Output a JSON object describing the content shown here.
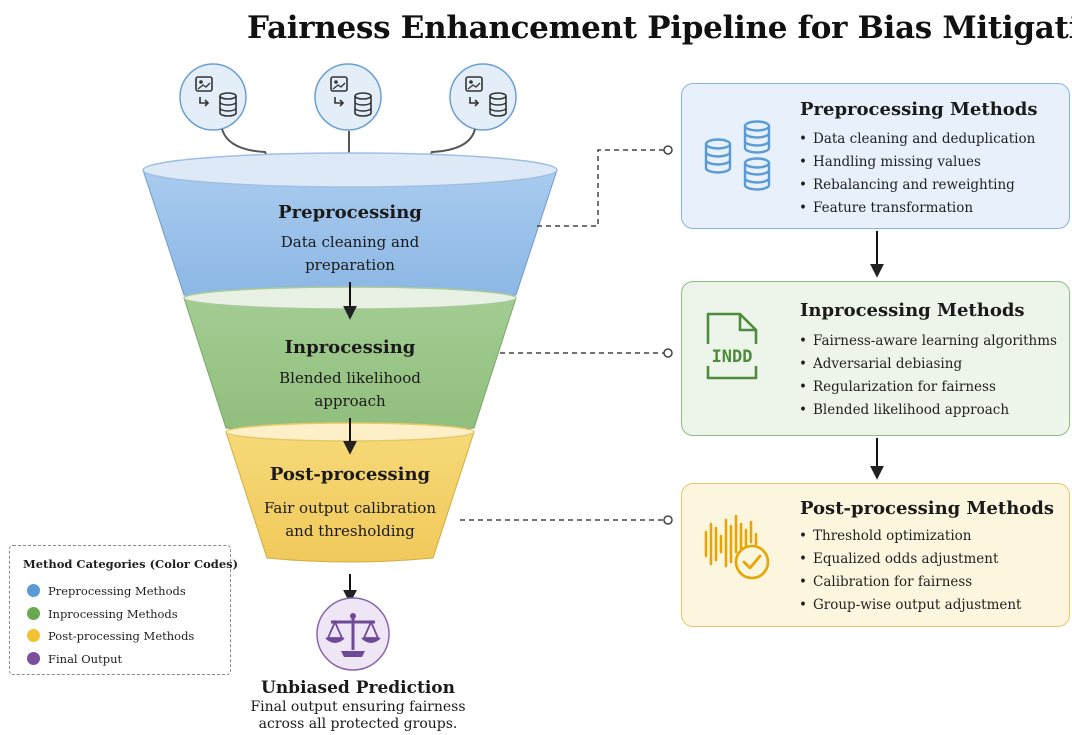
{
  "title": "Fairness Enhancement Pipeline for Bias Mitigation",
  "colors": {
    "preprocessing": "#5b9bd5",
    "inprocessing": "#6aa84f",
    "postprocessing": "#f1c232",
    "final_output": "#7b4fa0"
  },
  "input_icons": [
    "image-to-database-icon",
    "image-to-database-icon",
    "image-to-database-icon"
  ],
  "stages": {
    "pre": {
      "title": "Preprocessing",
      "desc_line1": "Data cleaning and",
      "desc_line2": "preparation"
    },
    "in": {
      "title": "Inprocessing",
      "desc_line1": "Blended likelihood",
      "desc_line2": "approach"
    },
    "post": {
      "title": "Post-processing",
      "desc_line1": "Fair output calibration",
      "desc_line2": "and thresholding"
    }
  },
  "output": {
    "icon": "scales-icon",
    "title": "Unbiased Prediction",
    "desc_line1": "Final output ensuring fairness",
    "desc_line2": "across all protected groups."
  },
  "panels": {
    "pre": {
      "title": "Preprocessing Methods",
      "icon": "database-stack-icon",
      "items": [
        "Data cleaning and deduplication",
        "Handling missing values",
        "Rebalancing and reweighting",
        "Feature transformation"
      ]
    },
    "in": {
      "title": "Inprocessing Methods",
      "icon": "indd-file-icon",
      "icon_label": "INDD",
      "items": [
        "Fairness-aware learning algorithms",
        "Adversarial debiasing",
        "Regularization for fairness",
        "Blended likelihood approach"
      ]
    },
    "post": {
      "title": "Post-processing Methods",
      "icon": "waveform-check-icon",
      "items": [
        "Threshold optimization",
        "Equalized odds adjustment",
        "Calibration for fairness",
        "Group-wise output adjustment"
      ]
    }
  },
  "legend": {
    "title": "Method Categories (Color Codes)",
    "items": [
      "Preprocessing Methods",
      "Inprocessing Methods",
      "Post-processing Methods",
      "Final Output"
    ]
  }
}
